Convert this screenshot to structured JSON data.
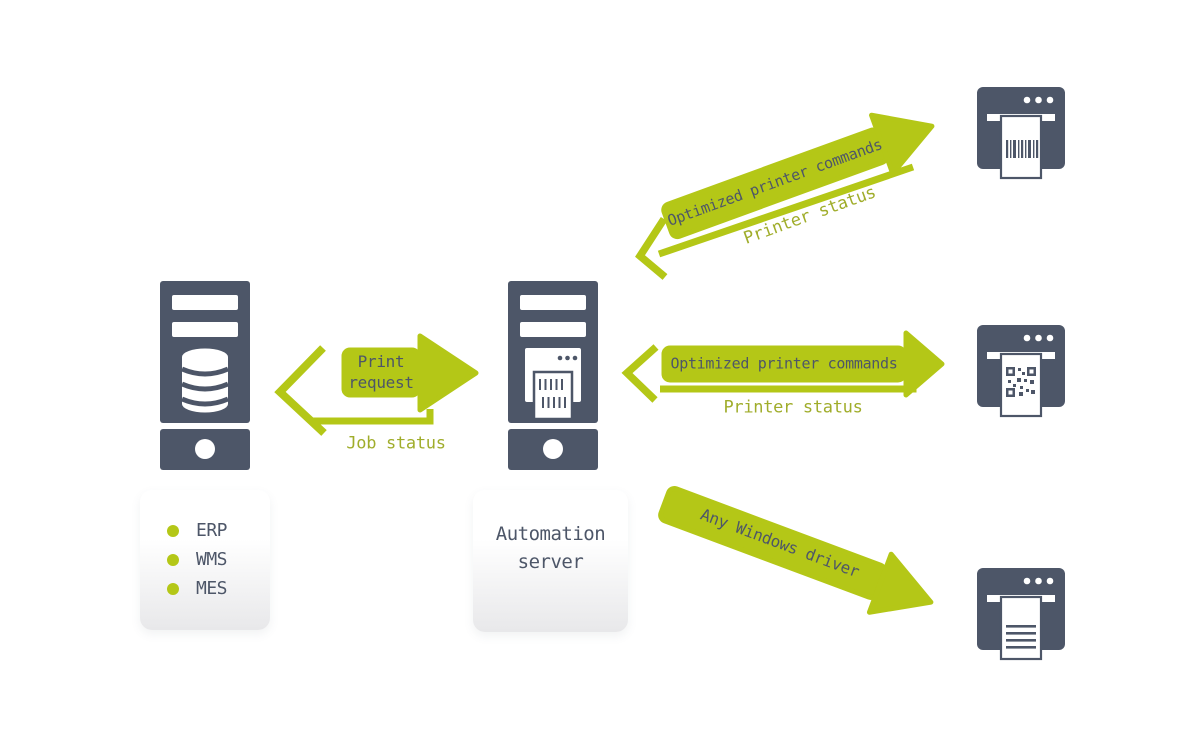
{
  "colors": {
    "accent_green": "#b4c717",
    "olive_label_green": "#a0ad2b",
    "slate": "#4d5668",
    "card_gradient_top": "#ffffff",
    "card_gradient_bottom": "#e8e8ea"
  },
  "source_system": {
    "systems": [
      "ERP",
      "WMS",
      "MES"
    ]
  },
  "automation_server": {
    "label": "Automation server"
  },
  "flows": {
    "print_request": "Print request",
    "job_status": "Job status",
    "top_forward": "Optimized printer commands",
    "top_back": "Printer status",
    "middle_forward": "Optimized printer commands",
    "middle_back": "Printer status",
    "bottom_forward": "Any Windows driver"
  },
  "icons": {
    "left_tower": "database-server-icon",
    "middle_tower": "automation-server-icon",
    "printer_top": "barcode-label-printer-icon",
    "printer_middle": "qr-label-printer-icon",
    "printer_bottom": "document-printer-icon",
    "bullet": "green-dot-icon"
  }
}
